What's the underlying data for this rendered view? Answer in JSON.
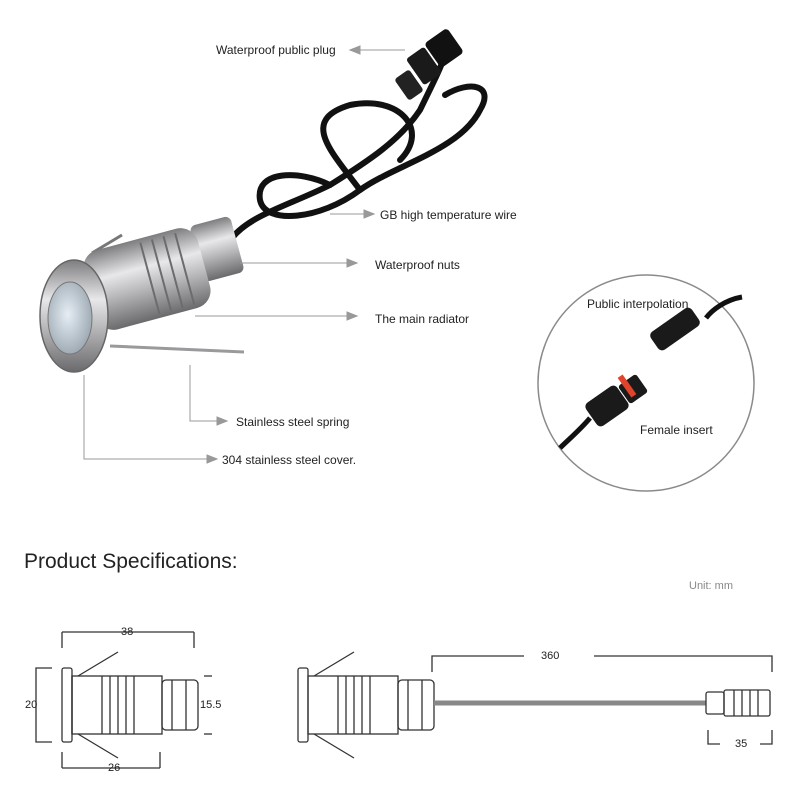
{
  "callouts": {
    "plug": "Waterproof public plug",
    "wire": "GB high temperature wire",
    "nuts": "Waterproof nuts",
    "radiator": "The main radiator",
    "spring": "Stainless steel spring",
    "cover": "304 stainless steel cover."
  },
  "inset": {
    "male": "Public interpolation",
    "female": "Female insert"
  },
  "specs": {
    "heading": "Product Specifications:",
    "unit": "Unit: mm",
    "dims": {
      "length_top": "38",
      "height_left": "20",
      "height_right": "15.5",
      "length_bottom": "26",
      "cable_length": "360",
      "plug_length": "35"
    }
  }
}
